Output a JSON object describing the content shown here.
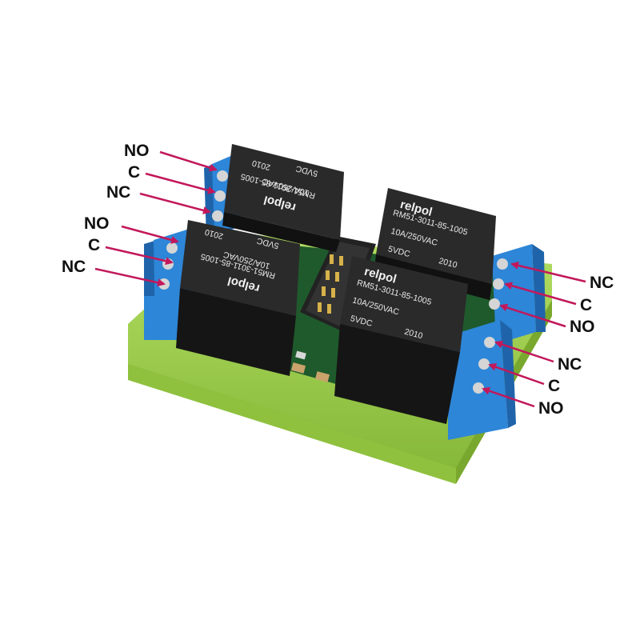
{
  "colors": {
    "case": "#9fd24a",
    "case_dark": "#7fae34",
    "terminal": "#2d86d8",
    "terminal_dark": "#1f64aa",
    "relay": "#1c1c1c",
    "relay_top": "#2a2a2a",
    "pcb": "#1f5a2c",
    "arrow": "#c2185b",
    "label": "#111111"
  },
  "relay": {
    "brand": "relpol",
    "model": "RM51-3011-85-1005",
    "rating": "10A/250VAC",
    "coil": "5VDC",
    "year": "2010"
  },
  "left_labels": {
    "group1": [
      "NO",
      "C",
      "NC"
    ],
    "group2": [
      "NO",
      "C",
      "NC"
    ]
  },
  "right_labels": {
    "group1": [
      "NC",
      "C",
      "NO"
    ],
    "group2": [
      "NC",
      "C",
      "NO"
    ]
  }
}
